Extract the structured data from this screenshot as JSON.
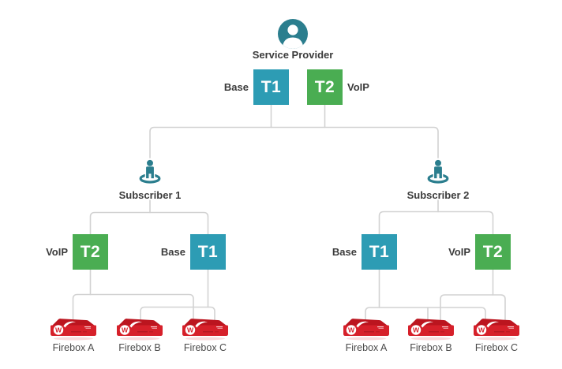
{
  "colors": {
    "template_teal": "#2D9CB4",
    "template_green": "#4AAD52",
    "icon_teal": "#2B7E8E",
    "connector_gray": "#D2D2D2",
    "firebox_red": "#D6202A",
    "firebox_red_dark": "#BB151F",
    "label_text": "#3B3B3B",
    "firebox_label_text": "#4A4A4A"
  },
  "provider": {
    "label": "Service Provider",
    "templates": [
      {
        "id": "T1",
        "type_label": "Base",
        "label_side": "left",
        "color": "teal"
      },
      {
        "id": "T2",
        "type_label": "VoIP",
        "label_side": "right",
        "color": "green"
      }
    ]
  },
  "subscribers": [
    {
      "label": "Subscriber 1",
      "templates": [
        {
          "id": "T2",
          "type_label": "VoIP",
          "label_side": "left",
          "color": "green"
        },
        {
          "id": "T1",
          "type_label": "Base",
          "label_side": "left",
          "color": "teal"
        }
      ],
      "fireboxes": [
        {
          "label": "Firebox A"
        },
        {
          "label": "Firebox B"
        },
        {
          "label": "Firebox C"
        }
      ],
      "connections": {
        "T2_VoIP": [
          "Firebox A",
          "Firebox C"
        ],
        "T1_Base": [
          "Firebox B",
          "Firebox C"
        ]
      }
    },
    {
      "label": "Subscriber 2",
      "templates": [
        {
          "id": "T1",
          "type_label": "Base",
          "label_side": "left",
          "color": "teal"
        },
        {
          "id": "T2",
          "type_label": "VoIP",
          "label_side": "left",
          "color": "green"
        }
      ],
      "fireboxes": [
        {
          "label": "Firebox A"
        },
        {
          "label": "Firebox B"
        },
        {
          "label": "Firebox C"
        }
      ],
      "connections": {
        "T1_Base": [
          "Firebox A",
          "Firebox B",
          "Firebox C"
        ],
        "T2_VoIP": [
          "Firebox B",
          "Firebox C"
        ]
      }
    }
  ],
  "firebox": {
    "logo_letter": "W"
  }
}
